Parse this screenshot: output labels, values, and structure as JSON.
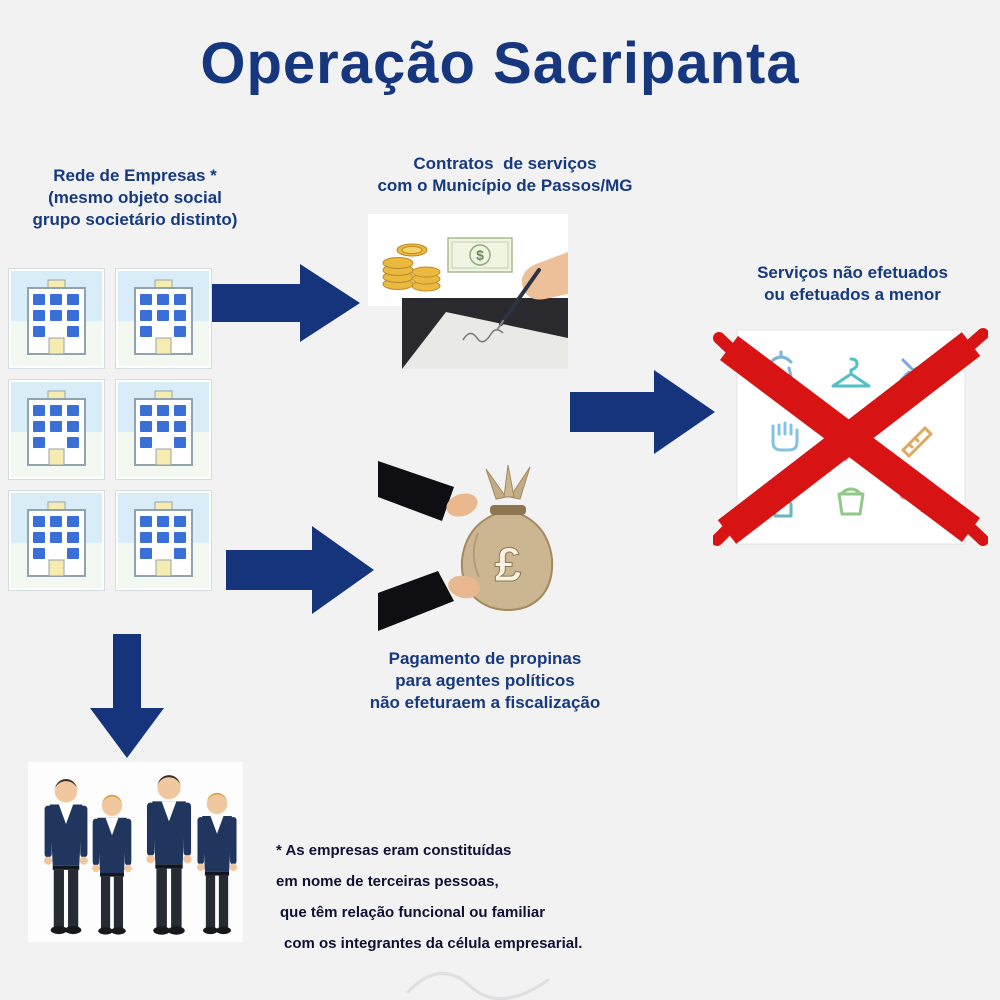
{
  "title": "Operação Sacripanta",
  "network_label": {
    "lines": [
      "Rede de Empresas *",
      "(mesmo objeto social",
      "grupo societário distinto)"
    ]
  },
  "contracts_label": {
    "lines": [
      "Contratos  de serviços",
      "com o Município de Passos/MG"
    ]
  },
  "services_label": {
    "lines": [
      "Serviços não efetuados",
      "ou efetuados a menor"
    ]
  },
  "bribes_label": {
    "lines": [
      "Pagamento de propinas",
      "para agentes políticos",
      "não efeturaem a fiscalização"
    ]
  },
  "footnote": {
    "lines": [
      "* As empresas eram constituídas",
      "em nome de terceiras pessoas,",
      "que têm relação funcional ou familiar",
      " com os integrantes da célula empresarial."
    ]
  },
  "symbols": {
    "banknote_currency": "$",
    "money_bag_currency": "£"
  },
  "icons": {
    "company": "office-building-icon",
    "contract_money": "coins-banknote-contract-signing-icon",
    "bribe": "hands-exchanging-money-bag-icon",
    "services_crossed": "service-icons-crossed-out-icon",
    "people": "four-businesspeople-icon"
  },
  "colors": {
    "background": "#f2f2f3",
    "navy": "#15347b",
    "red_x": "#d81313"
  }
}
